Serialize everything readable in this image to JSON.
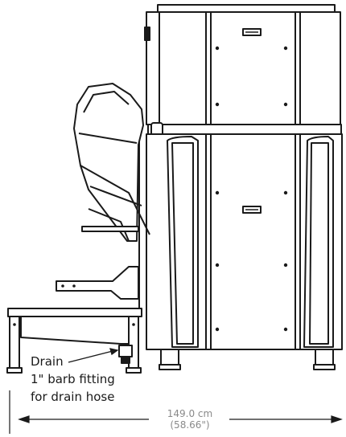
{
  "labels": {
    "drain": "Drain",
    "fitting": "1\" barb fitting",
    "hose": "for drain hose"
  },
  "dimension": {
    "metric": "149.0 cm",
    "imperial": "(58.66\")"
  },
  "colors": {
    "line": "#1a1a1a",
    "dimension_text": "#8a8a8a",
    "background": "#ffffff"
  }
}
